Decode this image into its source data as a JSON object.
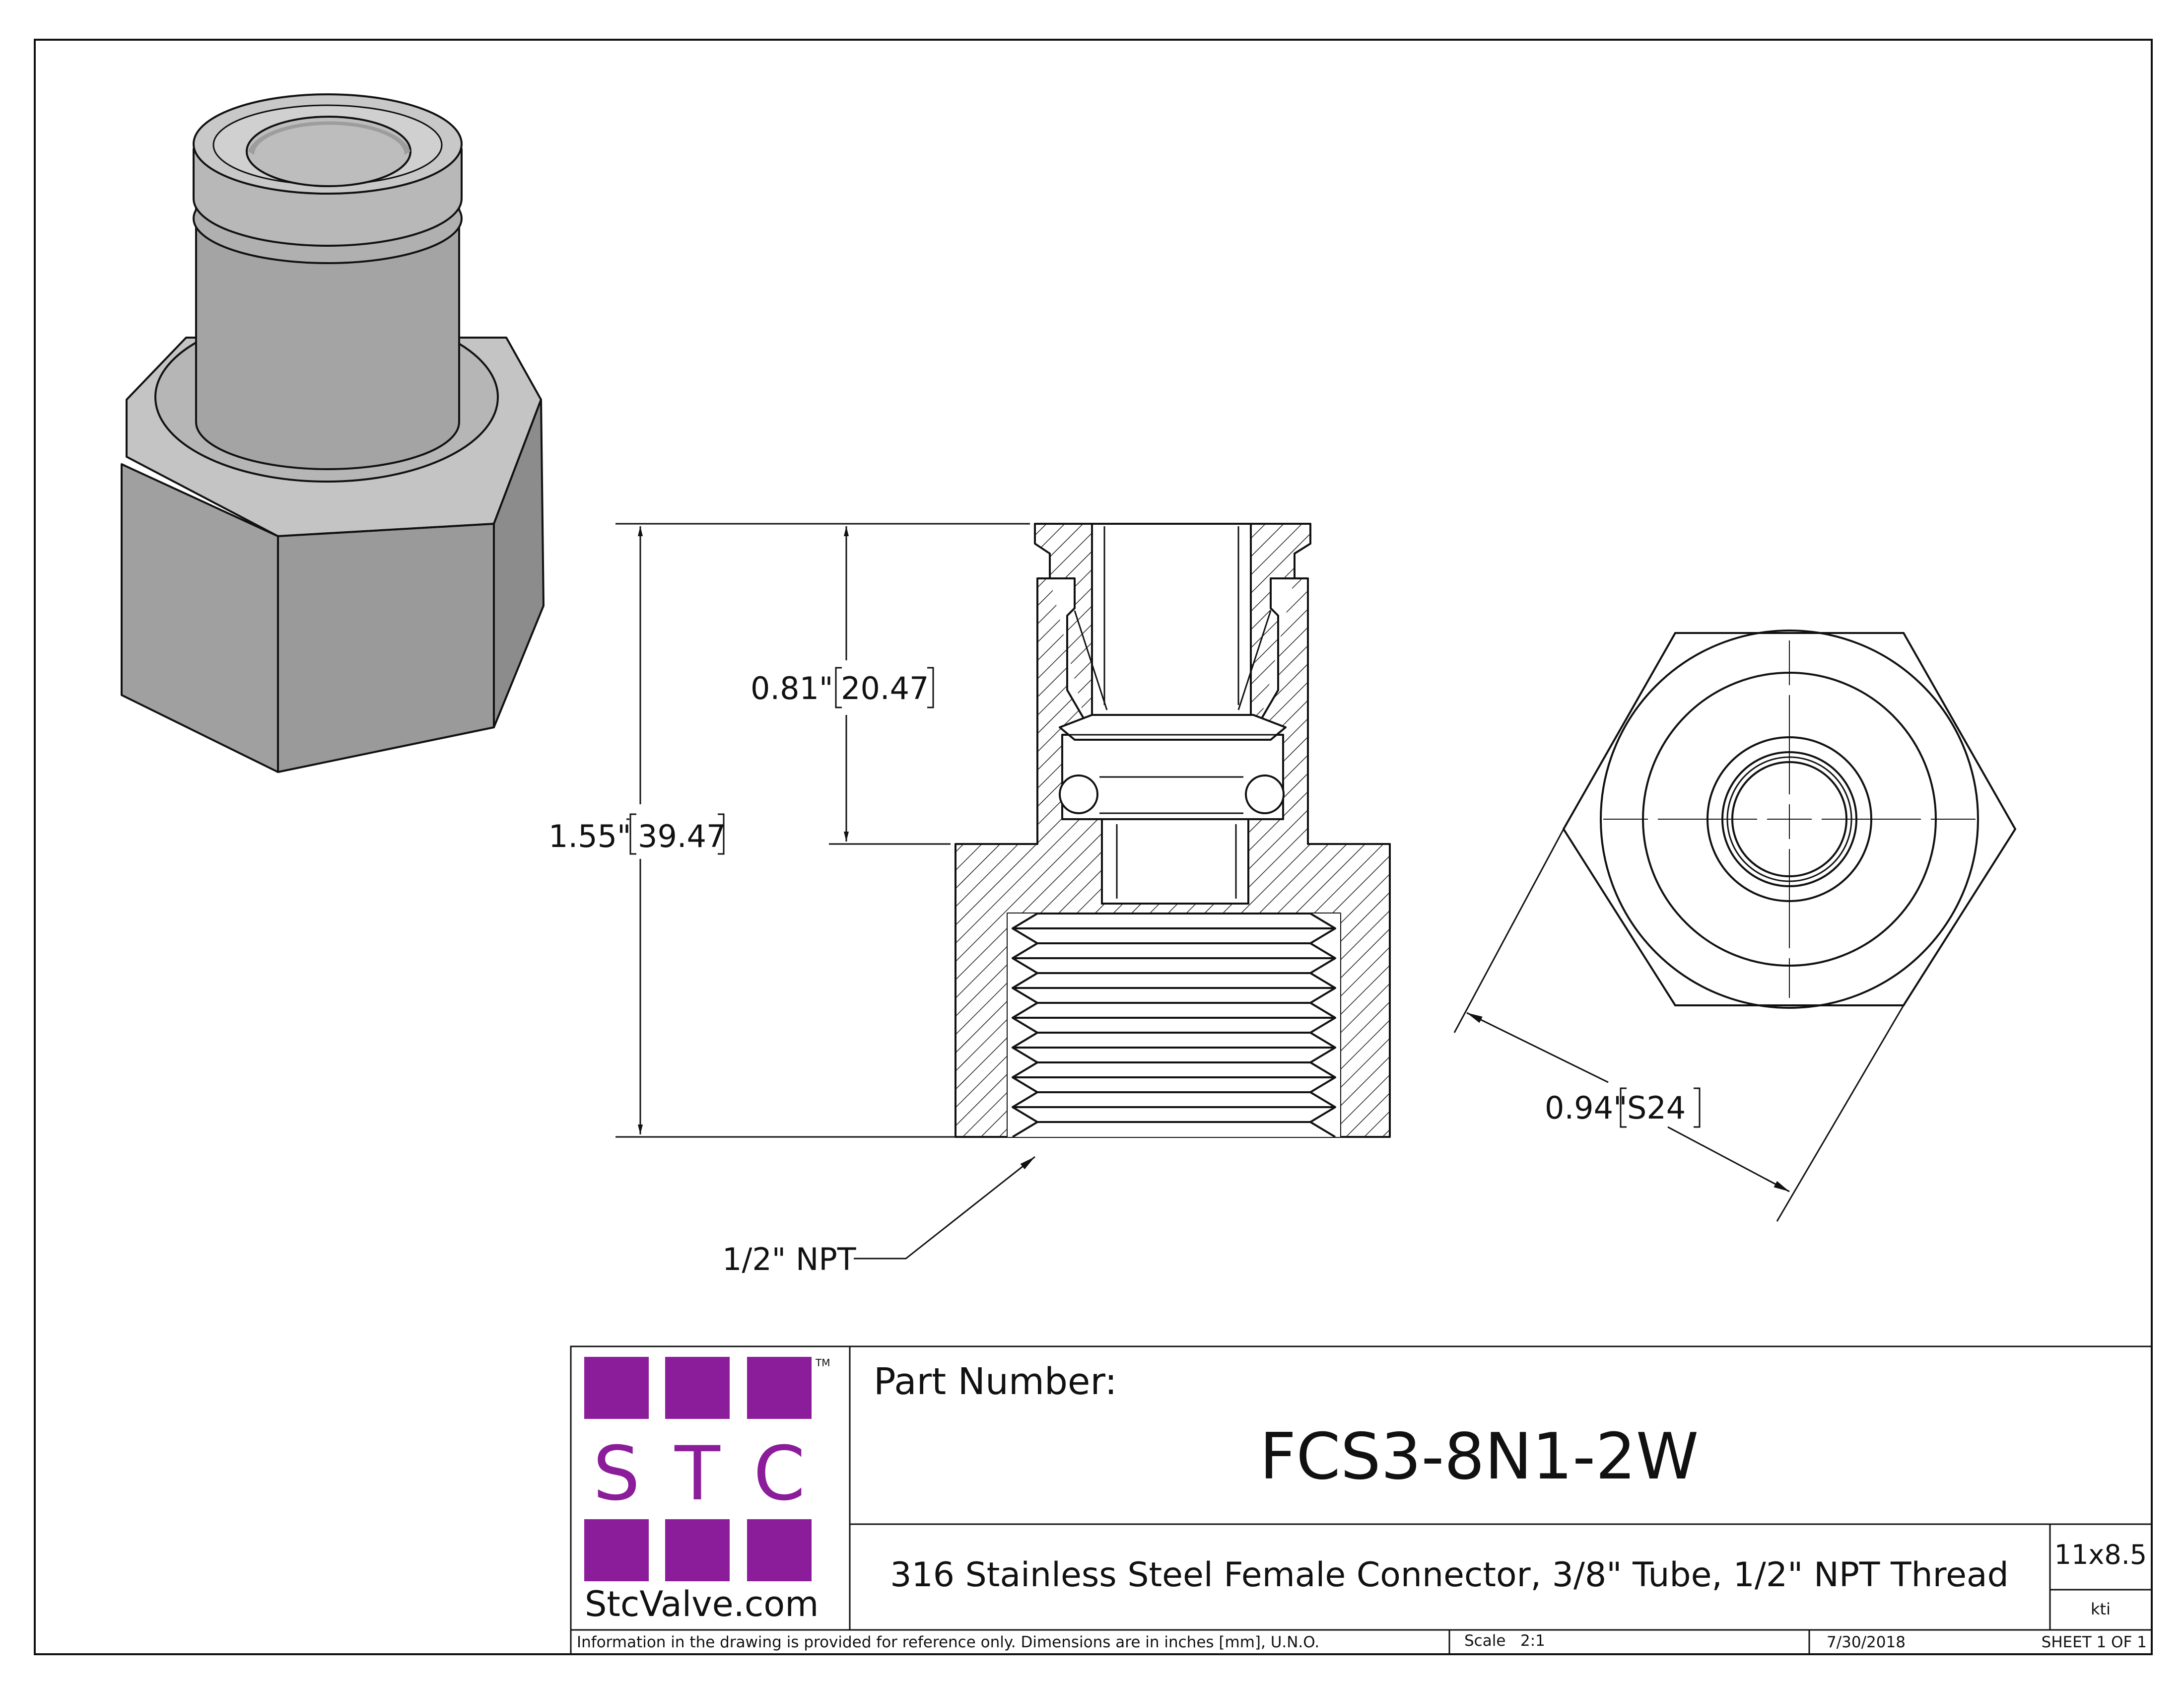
{
  "dimensions": {
    "overall_height": {
      "inch": "1.55\"",
      "mm": "39.47"
    },
    "tube_depth": {
      "inch": "0.81\"",
      "mm": "20.47"
    },
    "hex_size": {
      "inch": "0.94\"",
      "mm": "S24"
    },
    "thread_callout": "1/2\" NPT"
  },
  "logo": {
    "letters": [
      "S",
      "T",
      "C"
    ],
    "tm": "TM",
    "website": "StcValve.com",
    "color": "#8c1d9a"
  },
  "title_block": {
    "part_number_label": "Part Number:",
    "part_number": "FCS3-8N1-2W",
    "description": "316 Stainless Steel Female Connector, 3/8\" Tube, 1/2\" NPT Thread",
    "paper_size": "11x8.5",
    "author": "kti",
    "disclaimer": "Information in the drawing is provided for reference only. Dimensions are in inches [mm], U.N.O.",
    "scale": "Scale   2:1",
    "date": "7/30/2018",
    "sheet": "SHEET 1 OF 1"
  },
  "colors": {
    "line": "#111111",
    "metal_light": "#c6c6c6",
    "metal_mid": "#a8a8a8",
    "metal_dark": "#8a8a8a"
  }
}
